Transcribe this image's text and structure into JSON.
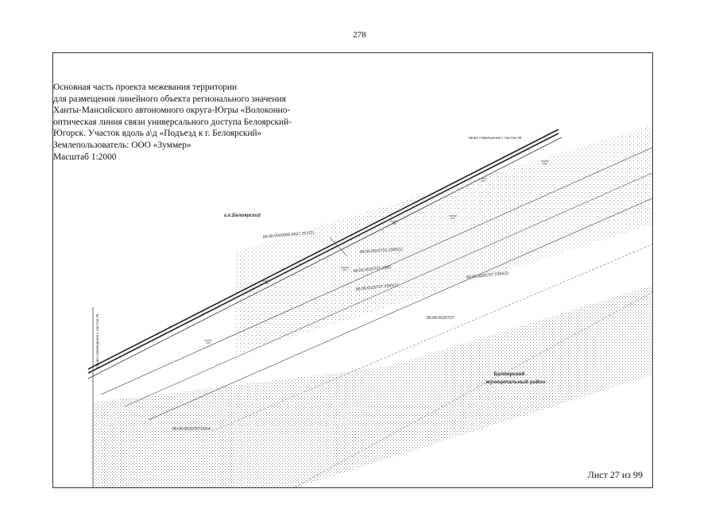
{
  "page_number": "278",
  "title_lines": [
    "Основная часть проекта межевания территории",
    "для размещения линейного объекта  регионального значения",
    "Ханты-Мансийского автономного округа-Югры «Волоконно-",
    "оптическая линия связи универсального доступа Белоярский-",
    "Югорск. Участок вдоль а\\д «Подъезд к г. Белоярский»",
    "Землепользователь: ООО «Зуммер»",
    "Масштаб 1:2000"
  ],
  "map_labels": {
    "settlement": "г.п.Белоярский",
    "district_line1": "Белоярский",
    "district_line2": "муниципальный район",
    "parcel_1": "86:06:0000000:4627:ЗУ1(2)",
    "parcel_2": "86:06:0020701:2365(1)",
    "parcel_3": "86:06:0020707:2365",
    "parcel_4": "86:06:0020707:2365(1)",
    "parcel_5": "86:06:0020707:2365(2)",
    "parcel_6": "86:06:0020707",
    "parcel_7": "86:06:0020707:0054",
    "match_line_top": "линия совмещения с листом 28",
    "match_line_left": "линия совмещения с листом 26"
  },
  "sheet_label": "Лист 27 из 99"
}
